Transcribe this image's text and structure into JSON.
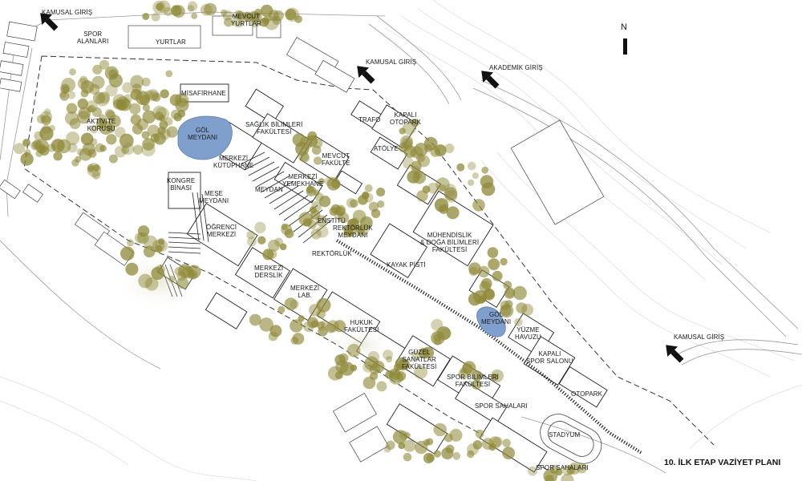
{
  "title": "10. İLK ETAP VAZİYET PLANI",
  "north": "N",
  "colors": {
    "tree": "#8f8a3a",
    "pond": "#7f9fcd",
    "building_fill": "#ffffff",
    "building_stroke": "#222222",
    "road": "#9a9a9a",
    "boundary": "#333333"
  },
  "entrances": {
    "kamusal_nw": "KAMUSAL GİRİŞ",
    "kamusal_n": "KAMUSAL GİRİŞ",
    "akademik": "AKADEMİK GİRİŞ",
    "kamusal_e": "KAMUSAL GİRİŞ"
  },
  "labels": {
    "spor_alanlari": "SPOR\nALANLARI",
    "yurtlar": "YURTLAR",
    "mevcut_yurtlar": "MEVCUT\nYURTLAR",
    "misafirhane": "MİSAFİRHANE",
    "aktivite_korusu": "AKTİVİTE\nKORUSU",
    "gol_meydani_1": "GÖL\nMEYDANI",
    "saglik": "SAĞLIK BİLİMLERİ\nFAKÜLTESİ",
    "trafo": "TRAFO",
    "kapali_otopark": "KAPALI\nOTOPARK",
    "atolye": "ATÖLYE",
    "mevcut_fakulte": "MEVCUT\nFAKÜLTE",
    "merkezi_kutuphane": "MERKEZİ\nKÜTÜPHANE",
    "merkezi_yemekhane": "MERKEZİ\nYEMEKHANE",
    "meydan": "MEYDAN",
    "kongre": "KONGRE\nBİNASI",
    "mese": "MEŞE\nMEYDANI",
    "enstitu": "ENSTİTÜ",
    "rektorluk_meydani": "REKTÖRLÜK\nMEYDANI",
    "muhendislik": "MÜHENDİSLİK\n& DOĞA BİLİMLERİ\nFAKÜLTESİ",
    "ogrenci": "ÖĞRENCİ\nMERKEZİ",
    "rektorluk": "REKTÖRLÜK",
    "kayak": "KAYAK PİSTİ",
    "merkezi_derslik": "MERKEZİ\nDERSLİK",
    "merkezi_lab": "MERKEZİ\nLAB.",
    "gol_meydani_2": "GÖL\nMEYDANI",
    "hukuk": "HUKUK\nFAKÜLTESİ",
    "yuzme": "YÜZME\nHAVUZU",
    "kapali_spor": "KAPALI\nSPOR SALONU",
    "guzel_sanatlar": "GÜZEL\nSANATLAR\nFAKÜLTESİ",
    "spor_bilimleri": "SPOR BİLİMLERİ\nFAKÜLTESİ",
    "otopark": "OTOPARK",
    "spor_sahalari_1": "SPOR SAHALARI",
    "stadyum": "STADYUM",
    "spor_sahalari_2": "SPOR SAHALARI"
  }
}
